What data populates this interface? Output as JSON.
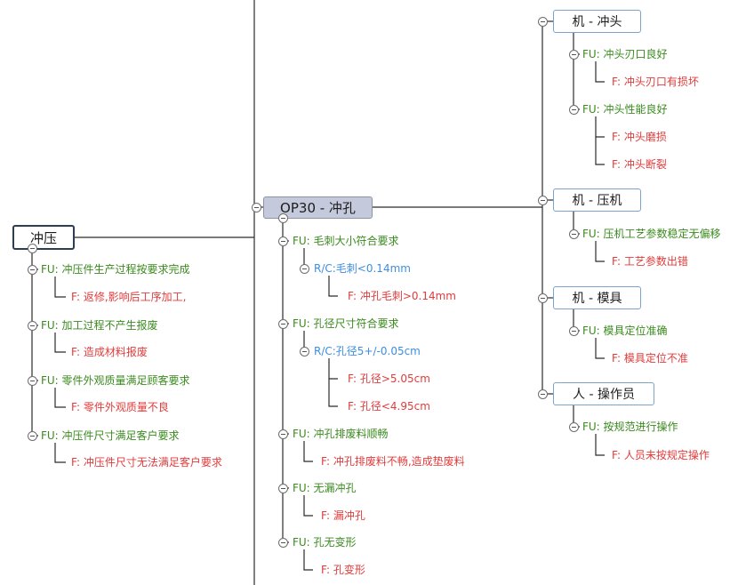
{
  "root": {
    "label": "冲压"
  },
  "central": {
    "label": "OP30 - 冲孔"
  },
  "left_branches": [
    {
      "fu": "FU: 冲压件生产过程按要求完成",
      "f": "F:  返修,影响后工序加工,"
    },
    {
      "fu": "FU: 加工过程不产生报废",
      "f": "F:  造成材料报废"
    },
    {
      "fu": "FU: 零件外观质量满足顾客要求",
      "f": "F:  零件外观质量不良"
    },
    {
      "fu": "FU: 冲压件尺寸满足客户要求",
      "f": "F:  冲压件尺寸无法满足客户要求"
    }
  ],
  "mid_branches": [
    {
      "fu": "FU: 毛刺大小符合要求",
      "rc": "R/C:毛刺<0.14mm",
      "f": [
        "F:  冲孔毛刺>0.14mm"
      ]
    },
    {
      "fu": "FU: 孔径尺寸符合要求",
      "rc": "R/C:孔径5+/-0.05cm",
      "f": [
        "F:  孔径>5.05cm",
        "F:  孔径<4.95cm"
      ]
    },
    {
      "fu": "FU: 冲孔排废料顺畅",
      "f": [
        "F:  冲孔排废料不畅,造成垫废料"
      ]
    },
    {
      "fu": "FU: 无漏冲孔",
      "f": [
        "F:  漏冲孔"
      ]
    },
    {
      "fu": "FU: 孔无变形",
      "f": [
        "F:  孔变形"
      ]
    }
  ],
  "right_topics": [
    {
      "label": "机 - 冲头",
      "fus": [
        {
          "fu": "FU: 冲头刃口良好",
          "f": [
            "F:  冲头刃口有损坏"
          ]
        },
        {
          "fu": "FU: 冲头性能良好",
          "f": [
            "F:  冲头磨损",
            "F:  冲头断裂"
          ]
        }
      ]
    },
    {
      "label": "机 - 压机",
      "fus": [
        {
          "fu": "FU: 压机工艺参数稳定无偏移",
          "f": [
            "F:  工艺参数出错"
          ]
        }
      ]
    },
    {
      "label": "机 - 模具",
      "fus": [
        {
          "fu": "FU: 模具定位准确",
          "f": [
            "F:  模具定位不准"
          ]
        }
      ]
    },
    {
      "label": "人 - 操作员",
      "fus": [
        {
          "fu": "FU: 按规范进行操作",
          "f": [
            "F:  人员未按规定操作"
          ]
        }
      ]
    }
  ],
  "colors": {
    "fu": "#3a8a1e",
    "f": "#e23b3b",
    "rc": "#3d8ee0",
    "line": "#2b2b2b",
    "central_fill": "#c4cadb"
  }
}
